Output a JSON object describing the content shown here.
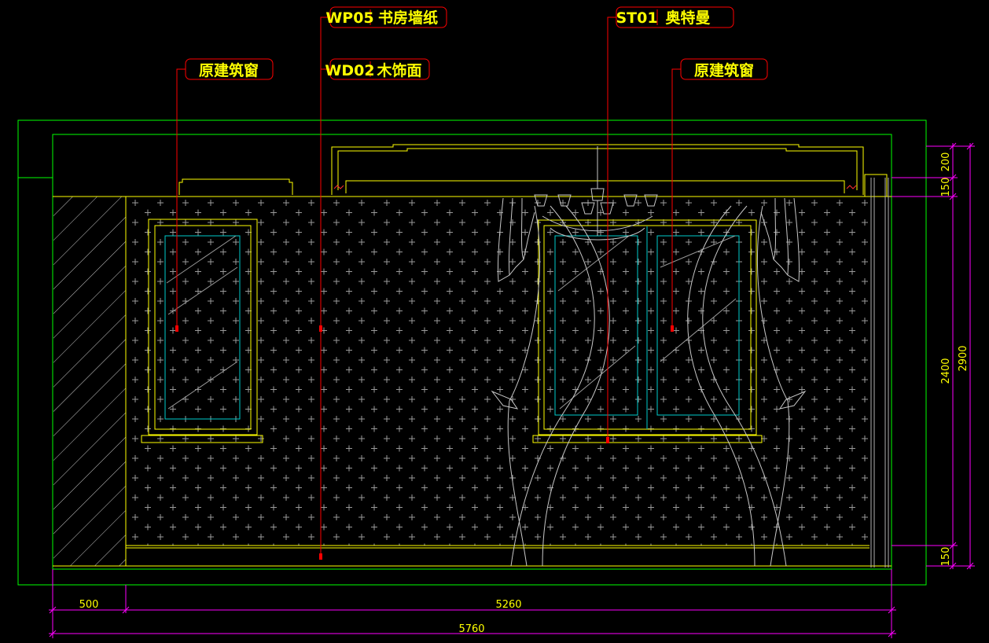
{
  "labels": {
    "left_window": {
      "code": "",
      "name": "原建筑窗"
    },
    "wallpaper": {
      "code": "WP05",
      "name": "书房墙纸"
    },
    "wood": {
      "code": "WD02",
      "name": "木饰面"
    },
    "stone": {
      "code": "ST01",
      "name": "奥特曼"
    },
    "right_window": {
      "code": "",
      "name": "原建筑窗"
    }
  },
  "dimensions": {
    "bottom": [
      "500",
      "5260"
    ],
    "total": "5760",
    "right_parts": [
      "200",
      "150",
      "2400",
      "150"
    ],
    "right_total": "2900"
  },
  "colors": {
    "outline": "#00ff00",
    "wall": "#ffff00",
    "window": "#00cccc",
    "leader": "#ff0000",
    "dimension": "#ff00ff",
    "hatch": "#b0b0b0",
    "text": "#ffff00"
  }
}
